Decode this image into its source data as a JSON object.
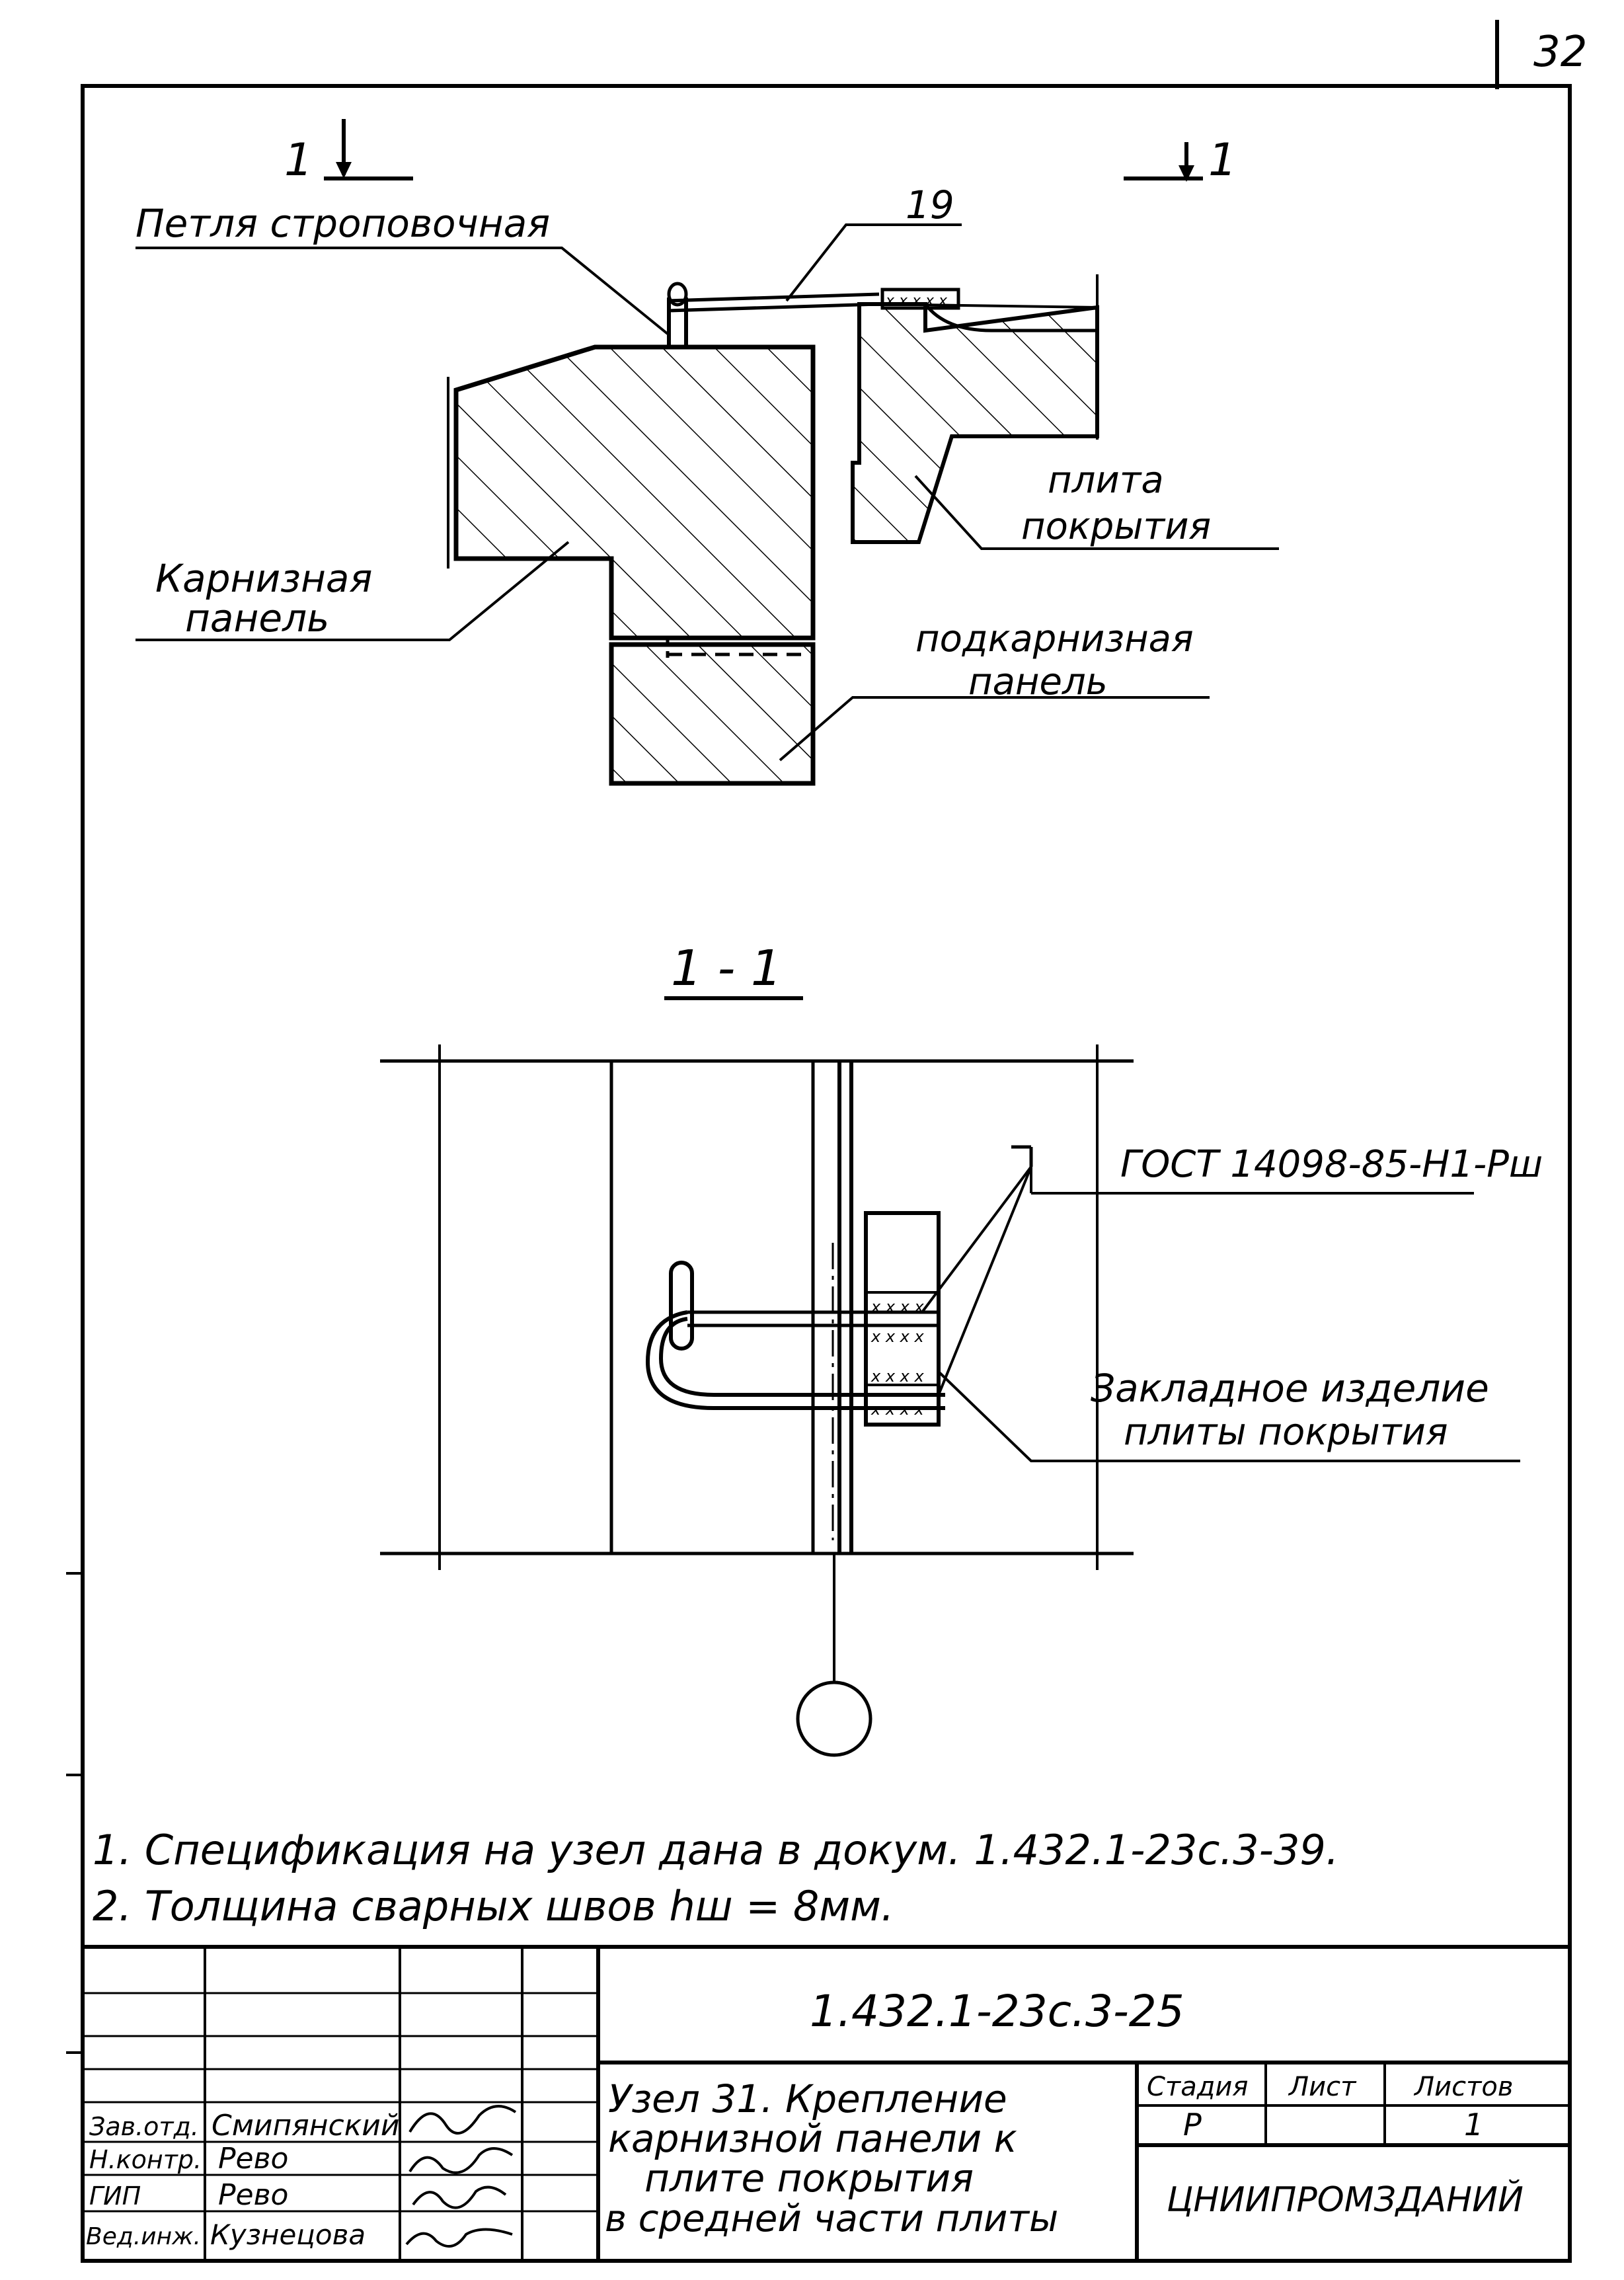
{
  "sheet_number": "32",
  "section_mark": {
    "left": "1",
    "right": "1"
  },
  "section_title": "1 - 1",
  "labels": {
    "lifting_loop": "Петля строповочная",
    "item_19": "19",
    "cornice_panel_1": "Карнизная",
    "cornice_panel_2": "панель",
    "roof_slab_1": "плита",
    "roof_slab_2": "покрытия",
    "subcornice_1": "подкарнизная",
    "subcornice_2": "панель",
    "gost": "ГОСТ 14098-85-Н1-Рш",
    "embedded_1": "Закладное изделие",
    "embedded_2": "плиты покрытия"
  },
  "notes": [
    "1. Спецификация на узел дана в докум. 1.432.1-23с.3-39.",
    "2. Толщина сварных швов hш = 8мм."
  ],
  "title_block": {
    "doc_code": "1.432.1-23с.3-25",
    "title_lines": [
      "Узел 31. Крепление",
      "карнизной панели к",
      "плите покрытия",
      "в средней части плиты"
    ],
    "headers": {
      "stage": "Стадия",
      "sheet": "Лист",
      "sheets": "Листов"
    },
    "values": {
      "stage": "Р",
      "sheet": "",
      "sheets": "1"
    },
    "organization": "ЦНИИПРОМЗДАНИЙ",
    "signatures": [
      {
        "role": "Зав.отд.",
        "name": "Смипянский"
      },
      {
        "role": "Н.контр.",
        "name": "Рево"
      },
      {
        "role": "ГИП",
        "name": "Рево"
      },
      {
        "role": "Вед.инж.",
        "name": "Кузнецова"
      }
    ]
  },
  "colors": {
    "ink": "#000000",
    "paper": "#ffffff"
  }
}
